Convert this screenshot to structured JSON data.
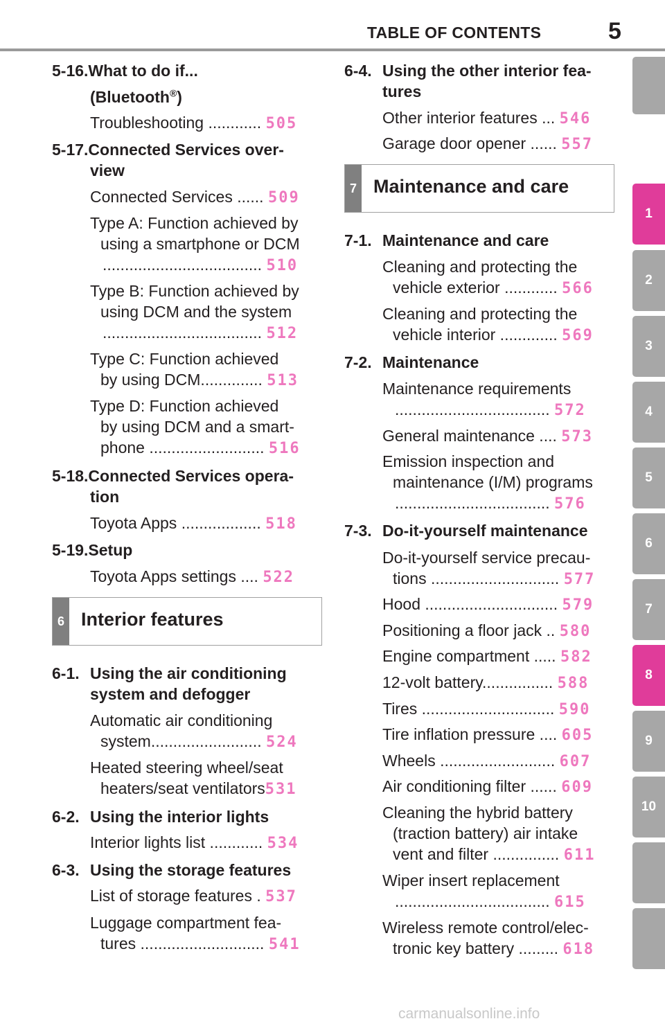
{
  "header": {
    "title": "TABLE OF CONTENTS",
    "page_number": "5"
  },
  "tabs": [
    "1",
    "2",
    "3",
    "4",
    "5",
    "6",
    "7",
    "8",
    "9",
    "10"
  ],
  "sections": {
    "s6": {
      "num": "6",
      "title": "Interior features"
    },
    "s7": {
      "num": "7",
      "title": "Maintenance and care"
    }
  },
  "left": {
    "h516a": "5-16.What to do if...",
    "h516b": "(Bluetooth",
    "h516reg": "®",
    "h516c": ")",
    "e1": "Troubleshooting ............",
    "p1": "505",
    "h517a": "5-17.Connected Services over-",
    "h517b": "view",
    "e2": "Connected Services ......",
    "p2": "509",
    "e3a": "Type A: Function achieved by",
    "e3b": "using a smartphone or DCM",
    "e3c": "....................................",
    "p3": "510",
    "e4a": "Type B: Function achieved by",
    "e4b": "using DCM and the system",
    "e4c": "....................................",
    "p4": "512",
    "e5a": "Type C: Function achieved",
    "e5b": "by using DCM..............",
    "p5": "513",
    "e6a": "Type D: Function achieved",
    "e6b": "by using DCM and a smart-",
    "e6c": "phone ..........................",
    "p6": "516",
    "h518a": "5-18.Connected Services opera-",
    "h518b": "tion",
    "e7": "Toyota Apps ..................",
    "p7": "518",
    "h519": "5-19.Setup",
    "e8": "Toyota Apps settings ....",
    "p8": "522",
    "h61n": "6-1.",
    "h61a": "Using the air conditioning",
    "h61b": "system and defogger",
    "e9a": "Automatic air conditioning",
    "e9b": "system.........................",
    "p9": "524",
    "e10a": "Heated steering wheel/seat",
    "e10b": "heaters/seat ventilators",
    "p10": "531",
    "h62n": "6-2.",
    "h62a": "Using the interior lights",
    "e11": "Interior lights list ............",
    "p11": "534",
    "h63n": "6-3.",
    "h63a": "Using the storage features",
    "e12": "List of storage features .",
    "p12": "537",
    "e13a": "Luggage compartment fea-",
    "e13b": "tures ............................",
    "p13": "541"
  },
  "right": {
    "h64n": "6-4.",
    "h64a": "Using the other interior fea-",
    "h64b": "tures",
    "e1": "Other interior features ...",
    "p1": "546",
    "e2": "Garage door opener ......",
    "p2": "557",
    "h71n": "7-1.",
    "h71a": "Maintenance and care",
    "e3a": "Cleaning and protecting the",
    "e3b": "vehicle exterior ............",
    "p3": "566",
    "e4a": "Cleaning and protecting the",
    "e4b": "vehicle interior .............",
    "p4": "569",
    "h72n": "7-2.",
    "h72a": "Maintenance",
    "e5a": "Maintenance requirements",
    "e5b": "...................................",
    "p5": "572",
    "e6": "General maintenance ....",
    "p6": "573",
    "e7a": "Emission inspection and",
    "e7b": "maintenance (I/M) programs",
    "e7c": "...................................",
    "p7": "576",
    "h73n": "7-3.",
    "h73a": "Do-it-yourself maintenance",
    "e8a": "Do-it-yourself service precau-",
    "e8b": "tions .............................",
    "p8": "577",
    "e9": "Hood ..............................",
    "p9": "579",
    "e10": "Positioning a floor jack ..",
    "p10": "580",
    "e11": "Engine compartment .....",
    "p11": "582",
    "e12": "12-volt battery................",
    "p12": "588",
    "e13": "Tires ..............................",
    "p13": "590",
    "e14": "Tire inflation pressure ....",
    "p14": "605",
    "e15": "Wheels ..........................",
    "p15": "607",
    "e16": "Air conditioning filter ......",
    "p16": "609",
    "e17a": "Cleaning the hybrid battery",
    "e17b": "(traction battery) air intake",
    "e17c": "vent and filter ...............",
    "p17": "611",
    "e18a": "Wiper insert replacement",
    "e18b": "...................................",
    "p18": "615",
    "e19a": "Wireless remote control/elec-",
    "e19b": "tronic key battery .........",
    "p19": "618"
  },
  "watermark": "carmanualsonline.info"
}
